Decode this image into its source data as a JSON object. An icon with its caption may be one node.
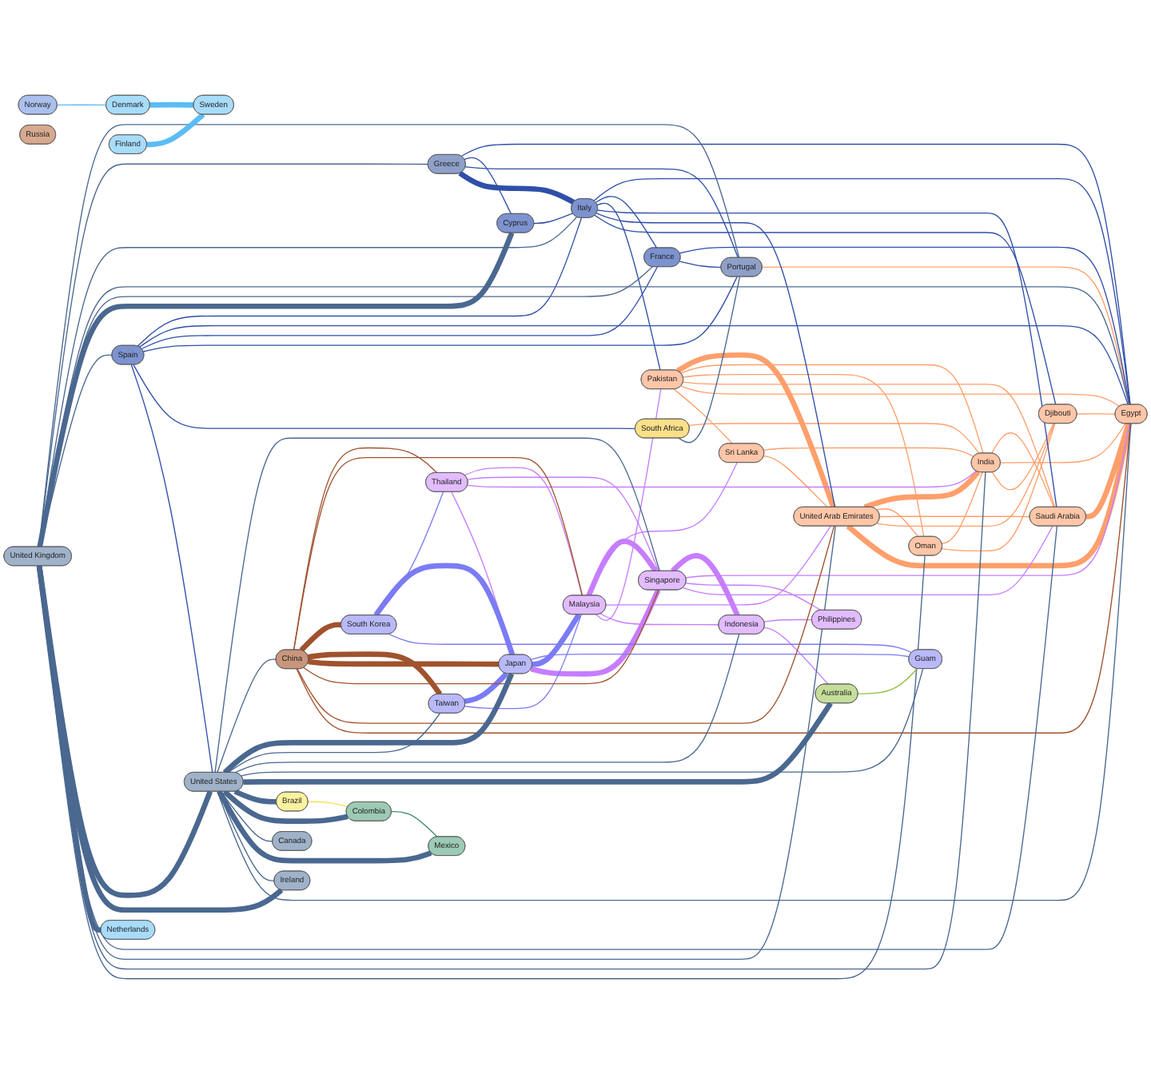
{
  "diagram": {
    "nodes": [
      {
        "text": [
          "Pakistan"
        ]
      },
      {
        "text": [
          "Sri Lanka"
        ]
      },
      {
        "text": [
          "South Korea"
        ]
      },
      {
        "text": [
          "Thailand"
        ]
      },
      {
        "text": [
          "United Arab Emirates"
        ]
      },
      {
        "text": [
          "Malaysia"
        ]
      },
      {
        "text": [
          "Saudi Arabia"
        ]
      },
      {
        "text": [
          "Oman"
        ]
      },
      {
        "text": [
          "India"
        ]
      },
      {
        "text": [
          "China"
        ]
      },
      {
        "text": [
          "Taiwan"
        ]
      },
      {
        "text": [
          "Greece"
        ]
      },
      {
        "text": [
          "Djibouti"
        ]
      },
      {
        "text": [
          "Japan"
        ]
      },
      {
        "text": [
          "Singapore"
        ]
      },
      {
        "text": [
          "Philippines"
        ]
      },
      {
        "text": [
          "Italy"
        ]
      },
      {
        "text": [
          "Egypt"
        ]
      },
      {
        "text": [
          "France"
        ]
      },
      {
        "text": [
          "Portugal"
        ]
      },
      {
        "text": [
          "Cyprus"
        ]
      },
      {
        "text": [
          "South Africa"
        ]
      },
      {
        "text": [
          "United Kingdom"
        ]
      },
      {
        "text": [
          "Indonesia"
        ]
      },
      {
        "text": [
          "Guam"
        ]
      },
      {
        "text": [
          "Russia"
        ]
      },
      {
        "text": [
          "United States"
        ]
      },
      {
        "text": [
          "Australia"
        ]
      },
      {
        "text": [
          "Spain"
        ]
      },
      {
        "text": [
          "Norway"
        ]
      },
      {
        "text": [
          "Ireland"
        ]
      },
      {
        "text": [
          "Canada"
        ]
      },
      {
        "text": [
          "Netherlands"
        ]
      },
      {
        "text": [
          "Brazil"
        ]
      },
      {
        "text": [
          "Mexico"
        ]
      },
      {
        "text": [
          "Finland"
        ]
      },
      {
        "text": [
          "Denmark"
        ]
      },
      {
        "text": [
          "Colombia"
        ]
      },
      {
        "text": [
          "Sweden"
        ]
      }
    ],
    "edges": [
      {
        "from": 0,
        "to": 4,
        "arrow": "none",
        "style": "thick",
        "color": "#ff9f6b"
      },
      {
        "from": 0,
        "to": 8,
        "arrow": "none",
        "color": "#ff9f6b"
      },
      {
        "from": 0,
        "to": 7,
        "arrow": "none",
        "color": "#ff9f6b"
      },
      {
        "from": 0,
        "to": 6,
        "arrow": "none",
        "color": "#ff9f6b"
      },
      {
        "from": 0,
        "to": 17,
        "arrow": "none",
        "color": "#ff9f6b"
      },
      {
        "from": 0,
        "to": 1,
        "arrow": "none",
        "color": "#ff9f6b"
      },
      {
        "from": 1,
        "to": 8,
        "arrow": "none",
        "color": "#ff9f6b"
      },
      {
        "from": 1,
        "to": 4,
        "arrow": "none",
        "color": "#ff9f6b"
      },
      {
        "from": 4,
        "to": 8,
        "arrow": "none",
        "style": "thick",
        "color": "#ff9f6b"
      },
      {
        "from": 4,
        "to": 7,
        "arrow": "none",
        "color": "#ff9f6b"
      },
      {
        "from": 4,
        "to": 6,
        "arrow": "none",
        "color": "#ff9f6b"
      },
      {
        "from": 4,
        "to": 12,
        "arrow": "none",
        "color": "#ff9f6b"
      },
      {
        "from": 4,
        "to": 17,
        "arrow": "none",
        "style": "thick",
        "color": "#ff9f6b"
      },
      {
        "from": 7,
        "to": 8,
        "arrow": "none",
        "color": "#ff9f6b"
      },
      {
        "from": 7,
        "to": 12,
        "arrow": "none",
        "color": "#ff9f6b"
      },
      {
        "from": 8,
        "to": 6,
        "arrow": "none",
        "color": "#ff9f6b"
      },
      {
        "from": 8,
        "to": 17,
        "arrow": "none",
        "color": "#ff9f6b"
      },
      {
        "from": 8,
        "to": 12,
        "arrow": "none",
        "color": "#ff9f6b"
      },
      {
        "from": 6,
        "to": 17,
        "arrow": "none",
        "style": "thick",
        "color": "#ff9f6b"
      },
      {
        "from": 12,
        "to": 17,
        "arrow": "none",
        "color": "#ff9f6b"
      },
      {
        "from": 21,
        "to": 8,
        "arrow": "none",
        "color": "#ff9f6b"
      },
      {
        "from": 19,
        "to": 17,
        "arrow": "none",
        "color": "#ff9f6b"
      },
      {
        "from": 3,
        "to": 5,
        "arrow": "none",
        "color": "#c77dff"
      },
      {
        "from": 3,
        "to": 14,
        "arrow": "none",
        "color": "#c77dff"
      },
      {
        "from": 3,
        "to": 8,
        "arrow": "none",
        "color": "#c77dff"
      },
      {
        "from": 5,
        "to": 14,
        "arrow": "none",
        "style": "thick",
        "color": "#c77dff"
      },
      {
        "from": 5,
        "to": 1,
        "arrow": "none",
        "color": "#c77dff"
      },
      {
        "from": 5,
        "to": 4,
        "arrow": "none",
        "color": "#c77dff"
      },
      {
        "from": 14,
        "to": 23,
        "arrow": "none",
        "style": "thick",
        "color": "#c77dff"
      },
      {
        "from": 14,
        "to": 13,
        "arrow": "none",
        "style": "thick",
        "color": "#c77dff"
      },
      {
        "from": 14,
        "to": 17,
        "arrow": "none",
        "color": "#c77dff"
      },
      {
        "from": 14,
        "to": 15,
        "arrow": "none",
        "color": "#c77dff"
      },
      {
        "from": 5,
        "to": 23,
        "arrow": "none",
        "color": "#c77dff"
      },
      {
        "from": 3,
        "to": 13,
        "arrow": "none",
        "color": "#c77dff"
      },
      {
        "from": 23,
        "to": 15,
        "arrow": "none",
        "color": "#c77dff"
      },
      {
        "from": 23,
        "to": 27,
        "arrow": "none",
        "color": "#c77dff"
      },
      {
        "from": 14,
        "to": 6,
        "arrow": "none",
        "color": "#c77dff"
      },
      {
        "from": 5,
        "to": 0,
        "arrow": "none",
        "color": "#c77dff"
      },
      {
        "from": 2,
        "to": 13,
        "arrow": "none",
        "style": "thick",
        "color": "#7b7bf5"
      },
      {
        "from": 10,
        "to": 13,
        "arrow": "none",
        "style": "thick",
        "color": "#7b7bf5"
      },
      {
        "from": 2,
        "to": 3,
        "arrow": "none",
        "color": "#7b7bf5"
      },
      {
        "from": 13,
        "to": 24,
        "arrow": "none",
        "color": "#7b7bf5"
      },
      {
        "from": 10,
        "to": 5,
        "arrow": "none",
        "color": "#7b7bf5"
      },
      {
        "from": 13,
        "to": 5,
        "arrow": "none",
        "style": "thick",
        "color": "#7b7bf5"
      },
      {
        "from": 24,
        "to": 2,
        "arrow": "none",
        "color": "#7b7bf5"
      },
      {
        "from": 9,
        "to": 3,
        "arrow": "none",
        "color": "#a0522d"
      },
      {
        "from": 9,
        "to": 5,
        "arrow": "none",
        "color": "#a0522d"
      },
      {
        "from": 9,
        "to": 2,
        "arrow": "none",
        "style": "thick",
        "color": "#a0522d"
      },
      {
        "from": 9,
        "to": 10,
        "arrow": "none",
        "style": "thick",
        "color": "#a0522d"
      },
      {
        "from": 9,
        "to": 13,
        "arrow": "none",
        "style": "thick",
        "color": "#a0522d"
      },
      {
        "from": 9,
        "to": 14,
        "arrow": "none",
        "color": "#a0522d"
      },
      {
        "from": 9,
        "to": 4,
        "arrow": "none",
        "color": "#a0522d"
      },
      {
        "from": 9,
        "to": 17,
        "arrow": "none",
        "color": "#a0522d"
      },
      {
        "from": 16,
        "to": 11,
        "arrow": "none",
        "style": "thick",
        "color": "#2f4fa8"
      },
      {
        "from": 16,
        "to": 17,
        "arrow": "none",
        "color": "#2f4fa8"
      },
      {
        "from": 16,
        "to": 18,
        "arrow": "none",
        "color": "#2f4fa8"
      },
      {
        "from": 11,
        "to": 17,
        "arrow": "none",
        "color": "#2f4fa8"
      },
      {
        "from": 16,
        "to": 0,
        "arrow": "none",
        "color": "#2f4fa8"
      },
      {
        "from": 16,
        "to": 6,
        "arrow": "none",
        "color": "#2f4fa8"
      },
      {
        "from": 16,
        "to": 4,
        "arrow": "none",
        "color": "#2f4fa8"
      },
      {
        "from": 18,
        "to": 17,
        "arrow": "none",
        "color": "#2f4fa8"
      },
      {
        "from": 20,
        "to": 16,
        "arrow": "none",
        "color": "#2f4fa8"
      },
      {
        "from": 11,
        "to": 20,
        "arrow": "none",
        "color": "#2f4fa8"
      },
      {
        "from": 28,
        "to": 16,
        "arrow": "none",
        "color": "#2f4fa8"
      },
      {
        "from": 28,
        "to": 17,
        "arrow": "none",
        "color": "#2f4fa8"
      },
      {
        "from": 28,
        "to": 18,
        "arrow": "none",
        "color": "#2f4fa8"
      },
      {
        "from": 28,
        "to": 19,
        "arrow": "none",
        "color": "#2f4fa8"
      },
      {
        "from": 28,
        "to": 21,
        "arrow": "none",
        "color": "#2f4fa8"
      },
      {
        "from": 28,
        "to": 26,
        "arrow": "none",
        "color": "#2f4fa8"
      },
      {
        "from": 18,
        "to": 19,
        "arrow": "none",
        "color": "#2f4fa8"
      },
      {
        "from": 11,
        "to": 19,
        "arrow": "none",
        "color": "#2f4fa8"
      },
      {
        "from": 16,
        "to": 12,
        "arrow": "none",
        "color": "#2f4fa8"
      },
      {
        "from": 22,
        "to": 19,
        "arrow": "none"
      },
      {
        "from": 22,
        "to": 11,
        "arrow": "none"
      },
      {
        "from": 22,
        "to": 16,
        "arrow": "none"
      },
      {
        "from": 22,
        "to": 17,
        "arrow": "none"
      },
      {
        "from": 22,
        "to": 18,
        "arrow": "none"
      },
      {
        "from": 22,
        "to": 20,
        "arrow": "none",
        "style": "thick"
      },
      {
        "from": 22,
        "to": 28,
        "arrow": "none"
      },
      {
        "from": 22,
        "to": 26,
        "arrow": "none",
        "style": "thick"
      },
      {
        "from": 22,
        "to": 30,
        "arrow": "none",
        "style": "thick"
      },
      {
        "from": 22,
        "to": 32,
        "arrow": "none",
        "style": "thick"
      },
      {
        "from": 21,
        "to": 19,
        "arrow": "none"
      },
      {
        "from": 22,
        "to": 6,
        "arrow": "none"
      },
      {
        "from": 22,
        "to": 4,
        "arrow": "none"
      },
      {
        "from": 22,
        "to": 8,
        "arrow": "none"
      },
      {
        "from": 22,
        "to": 7,
        "arrow": "none"
      },
      {
        "from": 26,
        "to": 14,
        "arrow": "none"
      },
      {
        "from": 26,
        "to": 9,
        "arrow": "none"
      },
      {
        "from": 26,
        "to": 13,
        "arrow": "none",
        "style": "thick"
      },
      {
        "from": 26,
        "to": 10,
        "arrow": "none"
      },
      {
        "from": 26,
        "to": 23,
        "arrow": "none"
      },
      {
        "from": 26,
        "to": 24,
        "arrow": "none"
      },
      {
        "from": 26,
        "to": 27,
        "arrow": "none",
        "style": "thick"
      },
      {
        "from": 26,
        "to": 33,
        "arrow": "none",
        "style": "thick"
      },
      {
        "from": 26,
        "to": 37,
        "arrow": "none",
        "style": "thick"
      },
      {
        "from": 26,
        "to": 31,
        "arrow": "none"
      },
      {
        "from": 26,
        "to": 34,
        "arrow": "none",
        "style": "thick"
      },
      {
        "from": 26,
        "to": 30,
        "arrow": "none"
      },
      {
        "from": 26,
        "to": 17,
        "arrow": "none"
      },
      {
        "from": 27,
        "to": 24,
        "arrow": "none",
        "color": "#8fbc3f"
      },
      {
        "from": 33,
        "to": 37,
        "arrow": "none",
        "color": "#f5e050"
      },
      {
        "from": 37,
        "to": 34,
        "arrow": "none",
        "color": "#3c8c6a"
      },
      {
        "from": 29,
        "to": 36,
        "arrow": "none",
        "color": "#5bbcf5"
      },
      {
        "from": 36,
        "to": 38,
        "arrow": "none",
        "style": "thick",
        "color": "#5bbcf5"
      },
      {
        "from": 35,
        "to": 38,
        "arrow": "none",
        "style": "thick",
        "color": "#5bbcf5"
      }
    ]
  }
}
